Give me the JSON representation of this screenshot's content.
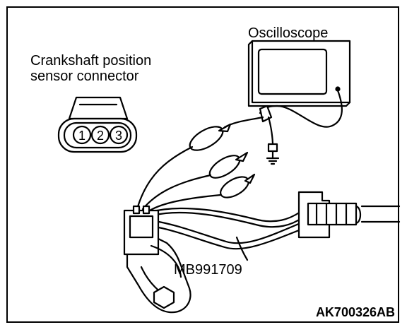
{
  "labels": {
    "connector_line1": "Crankshaft position",
    "connector_line2": "sensor connector",
    "oscilloscope": "Oscilloscope",
    "tool": "MB991709",
    "figure_code": "AK700326AB"
  },
  "connector_pins": [
    "1",
    "2",
    "3"
  ]
}
